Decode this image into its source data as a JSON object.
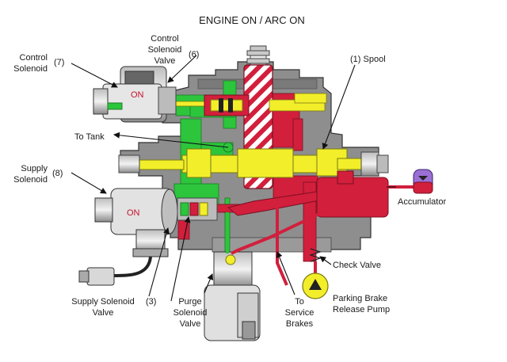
{
  "title": "ENGINE ON / ARC ON",
  "colors": {
    "pressure_red": "#d21f3c",
    "spool_yellow": "#f2ee2a",
    "return_green": "#2cc53c",
    "housing_gray": "#8e8e8e",
    "accumulator_purple": "#9c6fd6"
  },
  "labels": {
    "control_solenoid_line1": "Control",
    "control_solenoid_line2": "Solenoid",
    "control_solenoid_num": "(7)",
    "csv_line1": "Control",
    "csv_line2": "Solenoid",
    "csv_line3": "Valve",
    "csv_num": "(6)",
    "spool": "(1) Spool",
    "to_tank": "To Tank",
    "supply_solenoid_line1": "Supply",
    "supply_solenoid_line2": "Solenoid",
    "supply_solenoid_num": "(8)",
    "accumulator": "Accumulator",
    "check_valve": "Check Valve",
    "ssv_line1": "Supply Solenoid",
    "ssv_line2": "Valve",
    "ssv_num": "(3)",
    "psv_line1": "Purge",
    "psv_line2": "Solenoid",
    "psv_line3": "Valve",
    "service_line1": "To",
    "service_line2": "Service",
    "service_line3": "Brakes",
    "pbrp_line1": "Parking Brake",
    "pbrp_line2": "Release Pump",
    "on_upper": "ON",
    "on_lower": "ON"
  }
}
